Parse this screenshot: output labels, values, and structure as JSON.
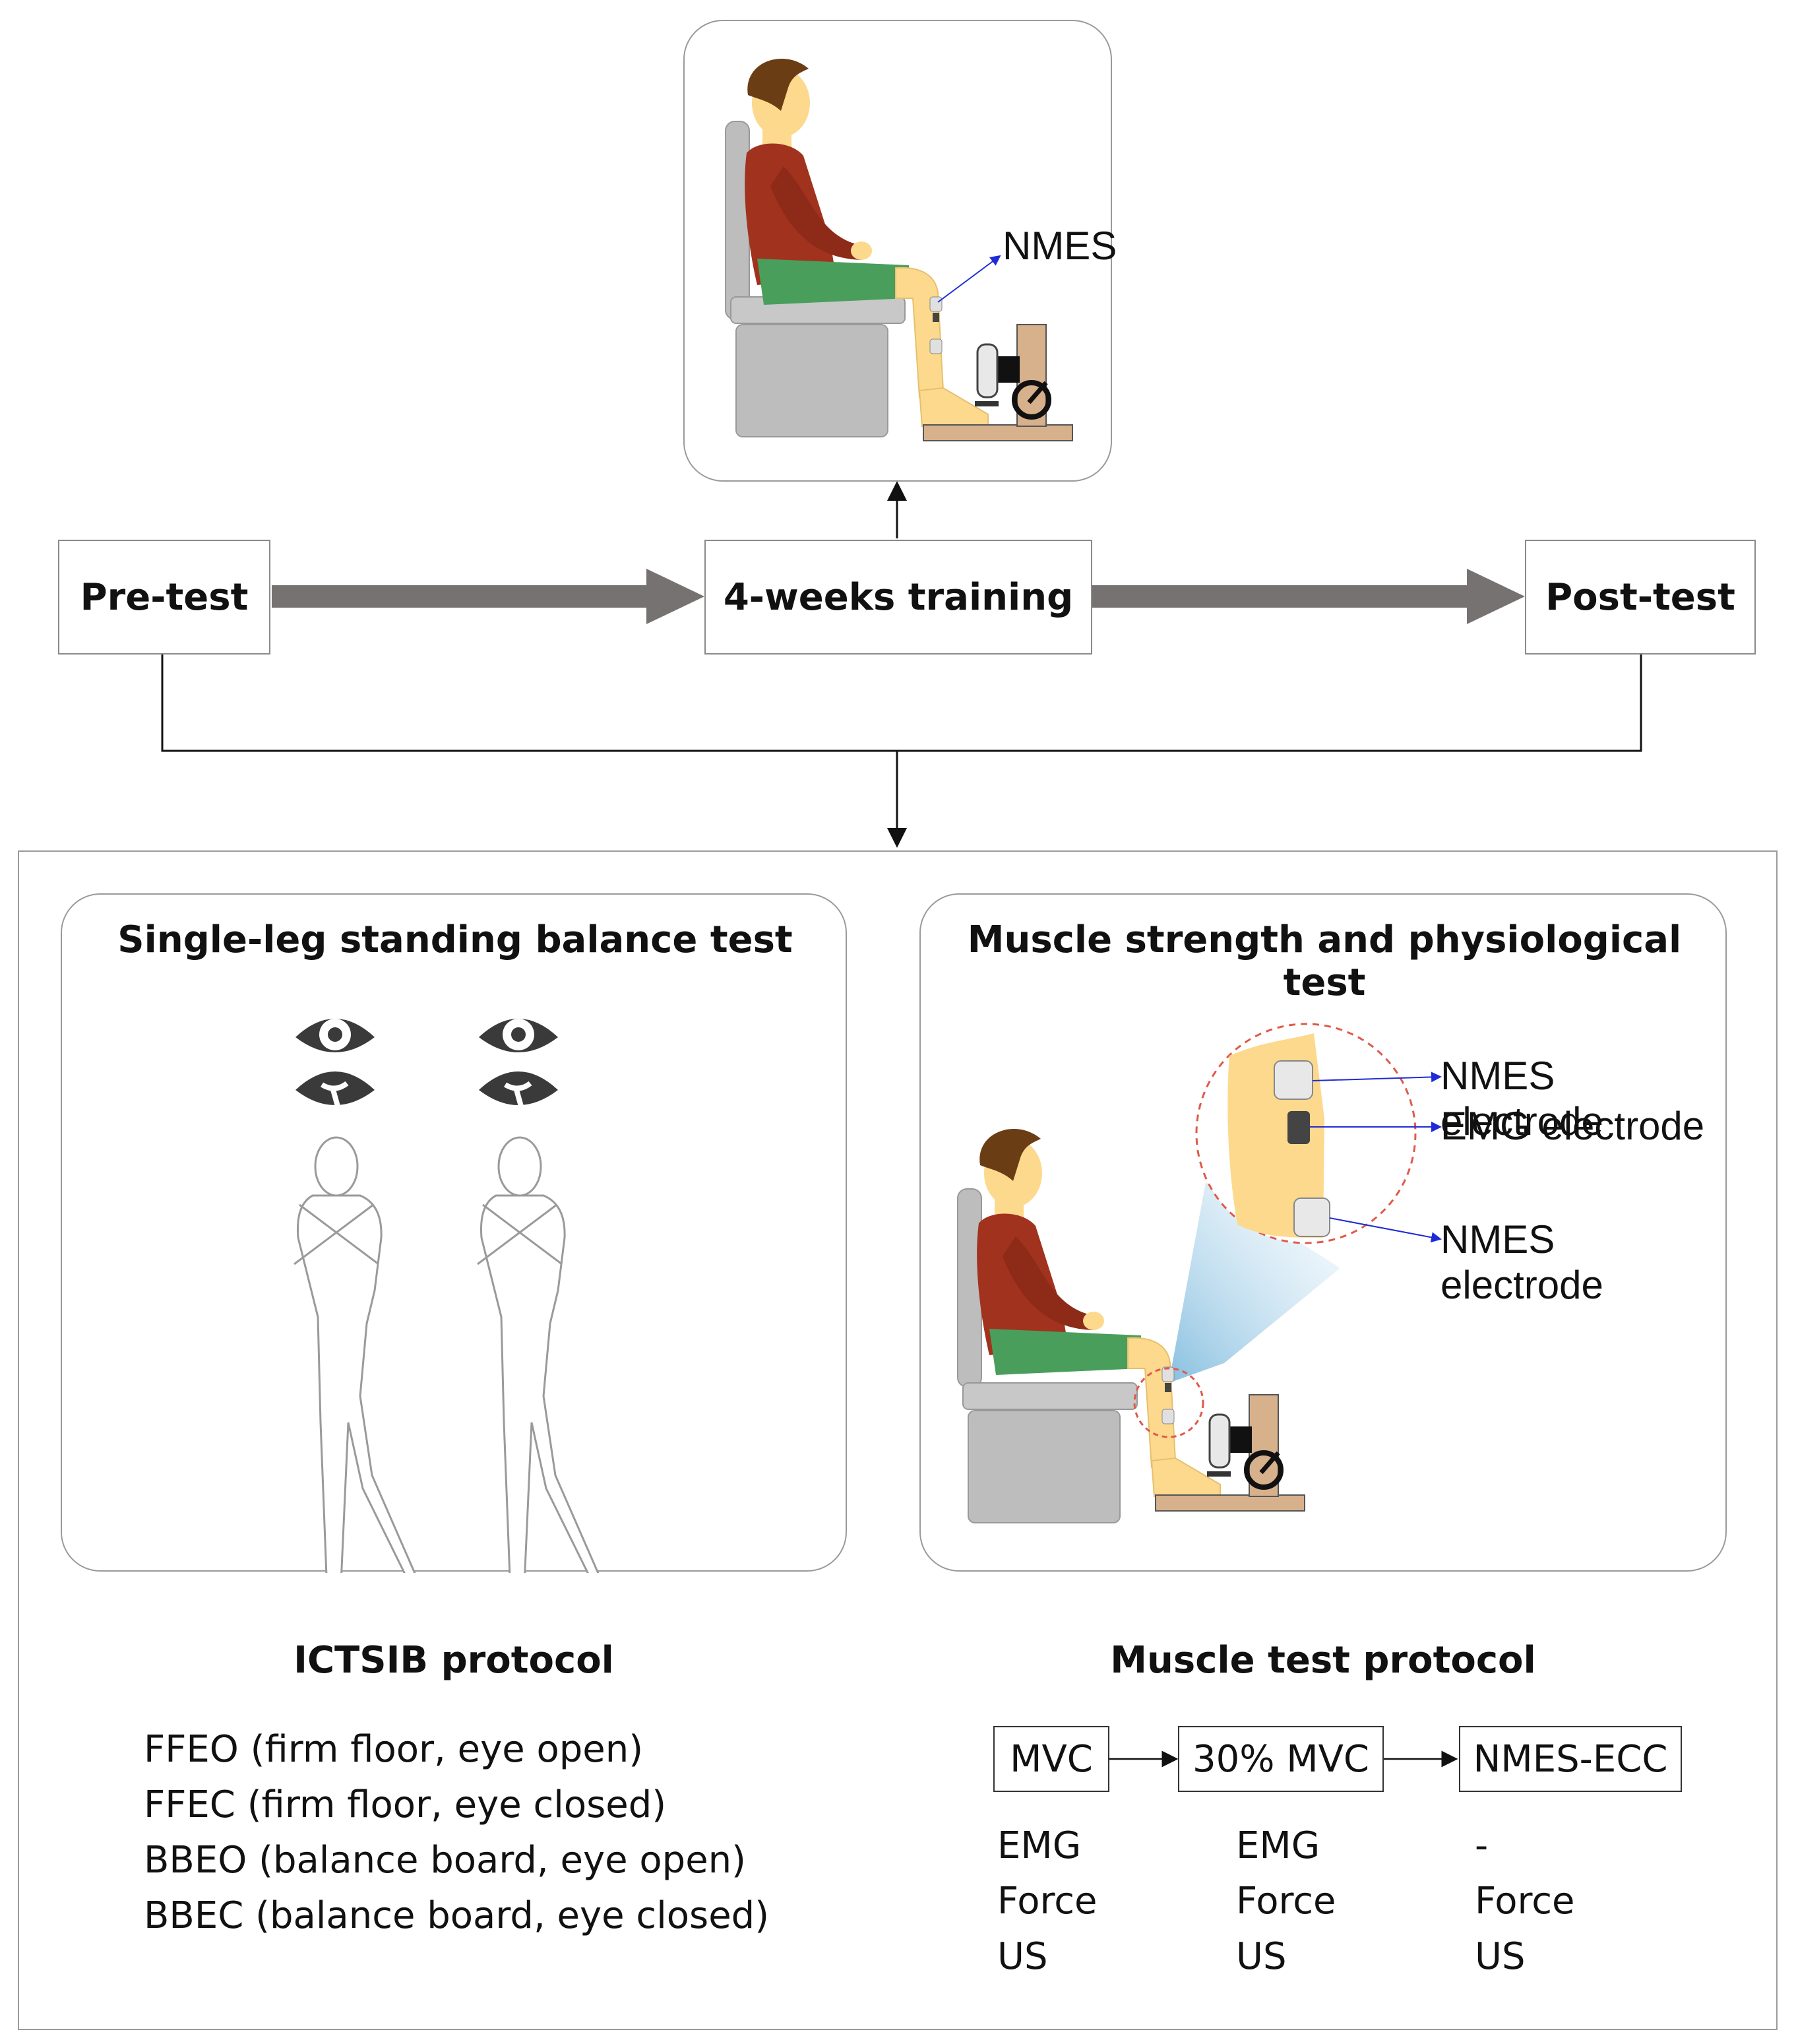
{
  "stages": {
    "pretest": "Pre-test",
    "training": "4-weeks training",
    "posttest": "Post-test"
  },
  "training_panel": {
    "nmes_label": "NMES"
  },
  "balance_panel": {
    "title": "Single-leg standing balance test"
  },
  "muscle_panel": {
    "title": "Muscle strength and physiological test",
    "callouts": [
      "NMES electrode",
      "EMG electrode",
      "NMES electrode"
    ]
  },
  "ictsib": {
    "title": "ICTSIB protocol",
    "conditions": [
      "FFEO (firm floor, eye open)",
      "FFEC (firm floor, eye closed)",
      "BBEO (balance board, eye open)",
      "BBEC (balance board, eye closed)"
    ]
  },
  "muscle_protocol": {
    "title": "Muscle test protocol",
    "steps": [
      {
        "label": "MVC",
        "measures": [
          "EMG",
          "Force",
          "US"
        ]
      },
      {
        "label": "30% MVC",
        "measures": [
          "EMG",
          "Force",
          "US"
        ]
      },
      {
        "label": "NMES-ECC",
        "measures": [
          "-",
          "Force",
          "US"
        ]
      }
    ]
  },
  "colors": {
    "shirt": "#a0321e",
    "shorts": "#4a9e5c",
    "skin": "#fcd98c",
    "hair": "#6b3d14",
    "chair": "#bdbdbd",
    "flow_arrow": "#777272",
    "zoom_circle": "#e05a4a",
    "callout_arrow": "#1f2bd6",
    "device_wood": "#d7b08c"
  },
  "icons": [
    "eye-open-icon",
    "eye-closed-icon",
    "person-seated-icon",
    "dynamometer-icon",
    "standing-figure-icon",
    "balance-board-icon"
  ]
}
